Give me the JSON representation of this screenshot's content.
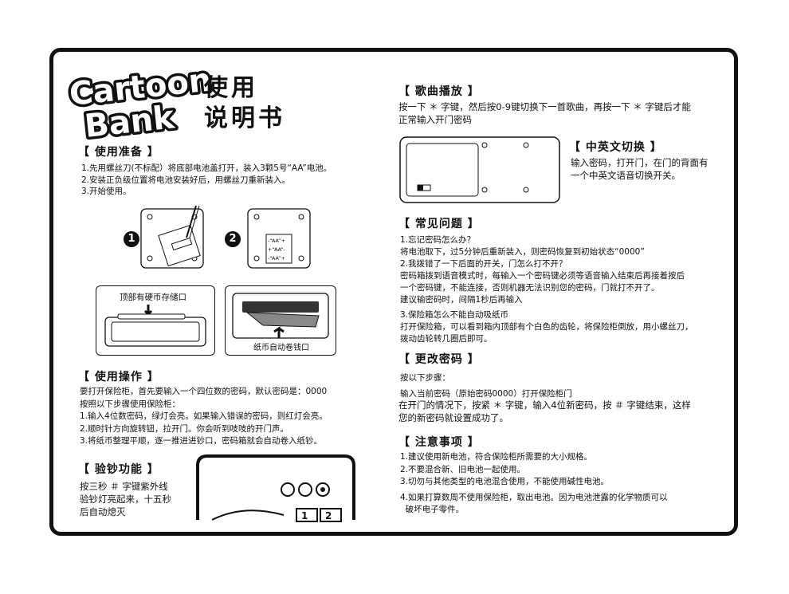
{
  "logo": {
    "line1": "Cartoon",
    "line2": "Bank"
  },
  "title": {
    "line1": "使用",
    "line2": "说明书"
  },
  "prep": {
    "heading": "【 使用准备 】",
    "lines": [
      "1.先用螺丝刀(不标配）将底部电池盖打开，装入3颗5号“AA”电池。",
      "2.安装正负级位置将电池安装好后，用螺丝刀重新装入。",
      "3.开始使用。"
    ]
  },
  "steps": {
    "one": "1",
    "two": "2",
    "batteries": [
      "-“AA”+",
      "+“AA”-",
      "-“AA”+"
    ]
  },
  "coin_storage": "顶部有硬币存储口",
  "note_slot": "纸币自动卷钱口",
  "operate": {
    "heading": "【 使用操作 】",
    "lines": [
      "要打开保险柜，首先要输入一个四位数的密码，默认密码是：0000",
      "按照以下步骤使用保险柜：",
      "1.输入4位数密码，绿灯会亮。如果输入错误的密码，则红灯会亮。",
      "2.顺时针方向旋转钮，拉开门。你会听到吱吱的开门声。",
      "3.将纸币整理平顺，逐一推进进钞口，密码箱就会自动卷入纸钞。"
    ]
  },
  "verify": {
    "heading": "【 验钞功能 】",
    "lines": [
      "按三秒 ＃ 字键紫外线",
      "验钞灯亮起来，十五秒",
      "后自动熄灭"
    ]
  },
  "keypad": {
    "keys": [
      "1",
      "2"
    ]
  },
  "song": {
    "heading": "【 歌曲播放 】",
    "lines": [
      "按一下 ＊ 字键，然后按0-9键切换下一首歌曲，再按一下 ＊ 字键后才能",
      "正常输入开门密码"
    ]
  },
  "lang": {
    "heading": "【 中英文切换 】",
    "lines": [
      "输入密码，打开门，在门的背面有",
      "一个中英文语音切换开关。"
    ]
  },
  "faq": {
    "heading": "【 常见问题 】",
    "lines": [
      "1.忘记密码怎么办？",
      "将电池取下，过5分钟后重新装入，则密码恢复到初始状态“0000”",
      "2.我拨错了一下后面的开关，门怎么打不开？",
      "密码箱拨到语音模式时，每输入一个密码键必须等语音输入结束后再接着按后",
      "一个密码键，不能连接，否则机器无法识别您的密码，门就打不开了。",
      "建议输密码时，间隔1秒后再输入"
    ],
    "lines2": [
      "3.保险箱怎么不能自动吸纸币",
      "打开保险箱，可以看到箱内顶部有个白色的齿轮，将保险柜倒放，用小螺丝刀，",
      "拨动齿轮转几圈后即可。"
    ]
  },
  "change": {
    "heading": "【 更改密码 】",
    "lines": [
      "按以下步骤：",
      "输入当前密码（原始密码0000）打开保险柜门"
    ],
    "lines2": [
      "在开门的情况下，按紧 ＊ 字键，输入4位新密码，按 ＃ 字键结束，这样",
      "您的新密码就设置成功了。"
    ]
  },
  "notice": {
    "heading": "【 注意事项 】",
    "lines": [
      "1.建议使用新电池，符合保险柜所需要的大小规格。",
      "2.不要混合新、旧电池一起使用。",
      "3.切勿与其他类型的电池混合使用，不能使用碱性电池。",
      "4.如果打算数周不使用保险柜，取出电池。因为电池泄露的化学物质可以",
      "  破坏电子零件。"
    ]
  }
}
